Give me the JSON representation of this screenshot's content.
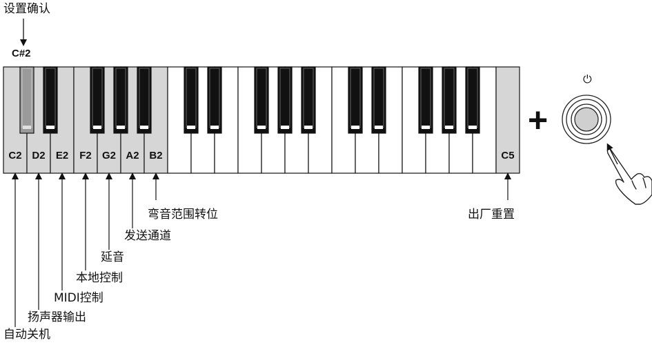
{
  "top_label": "设置确认",
  "sharp_note": "C#2",
  "plus_sign": "+",
  "power_symbol": "⏻",
  "colors": {
    "highlight_key": "#d6d6d6",
    "pressed_black": "#9a9a9a",
    "key_outline": "#222222"
  },
  "keys": [
    {
      "note": "C2",
      "highlighted": true
    },
    {
      "note": "D2",
      "highlighted": true
    },
    {
      "note": "E2",
      "highlighted": true
    },
    {
      "note": "F2",
      "highlighted": true
    },
    {
      "note": "G2",
      "highlighted": true
    },
    {
      "note": "A2",
      "highlighted": true
    },
    {
      "note": "B2",
      "highlighted": true
    },
    {
      "note": "",
      "highlighted": false
    },
    {
      "note": "",
      "highlighted": false
    },
    {
      "note": "",
      "highlighted": false
    },
    {
      "note": "",
      "highlighted": false
    },
    {
      "note": "",
      "highlighted": false
    },
    {
      "note": "",
      "highlighted": false
    },
    {
      "note": "",
      "highlighted": false
    },
    {
      "note": "",
      "highlighted": false
    },
    {
      "note": "",
      "highlighted": false
    },
    {
      "note": "",
      "highlighted": false
    },
    {
      "note": "",
      "highlighted": false
    },
    {
      "note": "",
      "highlighted": false
    },
    {
      "note": "",
      "highlighted": false
    },
    {
      "note": "",
      "highlighted": false
    },
    {
      "note": "C5",
      "highlighted": true
    }
  ],
  "functions": [
    {
      "key": "C2",
      "label": "自动关机"
    },
    {
      "key": "D2",
      "label": "扬声器输出"
    },
    {
      "key": "E2",
      "label": "MIDI控制"
    },
    {
      "key": "F2",
      "label": "本地控制"
    },
    {
      "key": "G2",
      "label": "延音"
    },
    {
      "key": "A2",
      "label": "发送通道"
    },
    {
      "key": "B2",
      "label": "弯音范围转位"
    },
    {
      "key": "C5",
      "label": "出厂重置"
    }
  ]
}
